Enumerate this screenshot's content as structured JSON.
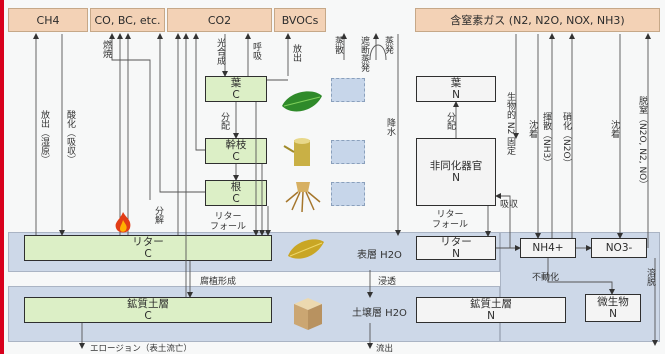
{
  "atmosphere": {
    "ch4": "CH4",
    "co_bc": "CO, BC, etc.",
    "co2": "CO2",
    "bvocs": "BVOCs",
    "nitrogen_gases": "含窒素ガス (N2, N2O, NOX, NH3)"
  },
  "carbon": {
    "leaf_title": "葉",
    "leaf_sub": "C",
    "stem_title": "幹枝",
    "stem_sub": "C",
    "root_title": "根",
    "root_sub": "C",
    "litter_title": "リター",
    "litter_sub": "C",
    "soil_title": "鉱質土層",
    "soil_sub": "C"
  },
  "nitrogen": {
    "leaf_title": "葉",
    "leaf_sub": "N",
    "nonassim_title": "非同化器官",
    "nonassim_sub": "N",
    "litter_title": "リター",
    "litter_sub": "N",
    "soil_title": "鉱質土層",
    "soil_sub": "N",
    "nh4": "NH4+",
    "no3": "NO3-",
    "microbe_title": "微生物",
    "microbe_sub": "N"
  },
  "water": {
    "surface": "表層 H2O",
    "soil": "土壌層 H2O"
  },
  "labels": {
    "combustion": "燃焼",
    "emission_wetland": "放出（湿原）",
    "oxidation_uptake": "酸化（吸収）",
    "photosynthesis": "光合成",
    "respiration": "呼吸",
    "release": "放出",
    "allocation_c": "分配",
    "decomposition": "分解",
    "litterfall_c": "リター\nフォール",
    "humification": "腐植形成",
    "erosion": "エロージョン（表土流亡）",
    "evaporation": "蒸散",
    "interception_evap": "遮断蒸発",
    "transpiration": "蒸発",
    "precipitation": "降水",
    "infiltration": "浸透",
    "outflow": "流出",
    "allocation_n": "分配",
    "n2_fixation": "生物的 N2 固定",
    "deposition": "沈着",
    "nh3_emission": "揮散（NH3）",
    "nitrification_n2o": "硝化（N2O）",
    "deposition2": "沈着",
    "denitrification": "脱窒（N2O, N2, NO）",
    "uptake": "吸収",
    "litterfall_n": "リター\nフォール",
    "immobilization": "不動化",
    "leaching": "溶脱"
  },
  "colors": {
    "gas_fill": "#f3d2b6",
    "carbon_pool_fill": "#dcefc6",
    "nitrogen_pool_fill": "#f4f4f4",
    "soil_band_fill": "#cdd8e8",
    "accent_red": "#d8001c"
  }
}
